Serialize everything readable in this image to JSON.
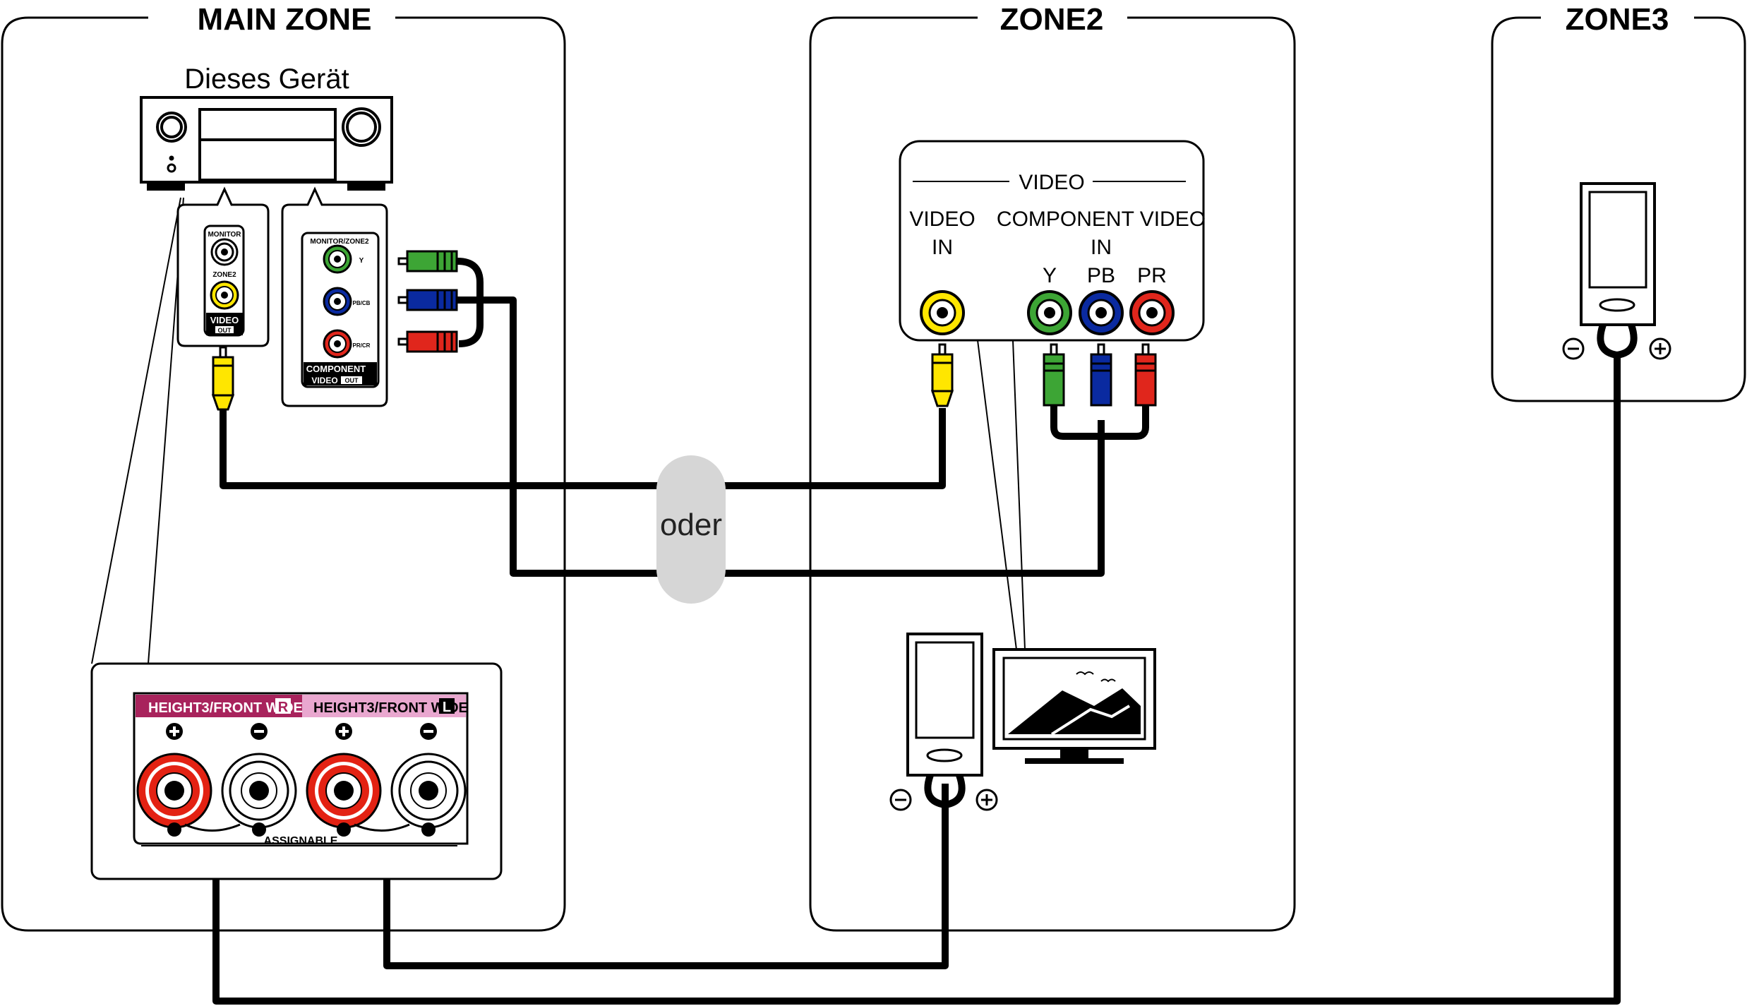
{
  "zones": {
    "main": "MAIN ZONE",
    "zone2": "ZONE2",
    "zone3": "ZONE3"
  },
  "device_label": "Dieses Gerät",
  "rear_panel": {
    "monitor": "MONITOR",
    "zone2": "ZONE2",
    "video": "VIDEO",
    "out": "OUT",
    "monitor_zone2": "MONITOR/ZONE2",
    "y": "Y",
    "pb_cb": "PB/CB",
    "pr_cr": "PR/CR",
    "component": "COMPONENT",
    "video_out": "VIDEO"
  },
  "speaker_panel": {
    "right_label": "HEIGHT3/FRONT WIDE",
    "right_badge": "R",
    "left_label": "HEIGHT3/FRONT WIDE",
    "left_badge": "L",
    "assignable": "ASSIGNABLE"
  },
  "zone2_inputs": {
    "video_header": "VIDEO",
    "video_in_line1": "VIDEO",
    "video_in_line2": "IN",
    "component_line1": "COMPONENT VIDEO",
    "component_line2": "IN",
    "y": "Y",
    "pb": "PB",
    "pr": "PR"
  },
  "or_label": "oder",
  "colors": {
    "yellow": "#ffe600",
    "green": "#3da535",
    "blue": "#0a2aa0",
    "red": "#e0261c",
    "speaker_red": "#e32213",
    "band_dark": "#a8235c",
    "band_light": "#e9a7cf",
    "oder_bg": "#d6d6d6"
  }
}
